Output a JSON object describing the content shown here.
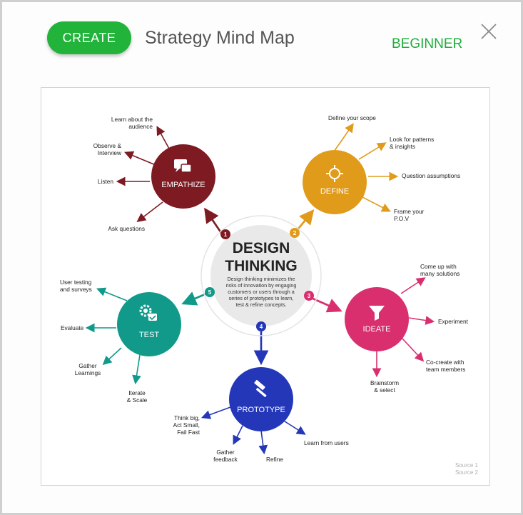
{
  "header": {
    "create_label": "CREATE",
    "title": "Strategy Mind Map",
    "level": "BEGINNER"
  },
  "diagram": {
    "center": {
      "title_line1": "DESIGN",
      "title_line2": "THINKING",
      "desc": [
        "Design thinking minimizes the",
        "risks of innovation by engaging",
        "customers or users through a",
        "series of prototypes to learn,",
        "test & refine concepts."
      ]
    },
    "steps": {
      "s1": "1",
      "s2": "2",
      "s3": "3",
      "s4": "4",
      "s5": "5"
    },
    "nodes": {
      "empathize": {
        "label": "EMPATHIZE",
        "color": "#7d1a22",
        "icon": "chat-bubbles-icon"
      },
      "define": {
        "label": "DEFINE",
        "color": "#e19b1b",
        "icon": "crosshair-icon"
      },
      "ideate": {
        "label": "IDEATE",
        "color": "#d92f6e",
        "icon": "funnel-icon"
      },
      "prototype": {
        "label": "PROTOTYPE",
        "color": "#2337b8",
        "icon": "hammer-icon"
      },
      "test": {
        "label": "TEST",
        "color": "#119a8a",
        "icon": "gears-check-icon"
      }
    },
    "leaves": {
      "empathize": [
        [
          "Learn about the",
          "audience"
        ],
        [
          "Observe &",
          "Interview"
        ],
        [
          "Listen"
        ],
        [
          "Ask questions"
        ]
      ],
      "define": [
        [
          "Define your scope"
        ],
        [
          "Look for patterns",
          "& insights"
        ],
        [
          "Question assumptions"
        ],
        [
          "Frame your",
          "P.O.V"
        ]
      ],
      "ideate": [
        [
          "Come up with",
          "many solutions"
        ],
        [
          "Experiment"
        ],
        [
          "Co-create with",
          "team members"
        ],
        [
          "Brainstorm",
          "& select"
        ]
      ],
      "prototype": [
        [
          "Think big,",
          "Act Small,",
          "Fail Fast"
        ],
        [
          "Gather",
          "feedback"
        ],
        [
          "Refine"
        ],
        [
          "Learn from users"
        ]
      ],
      "test": [
        [
          "User testing",
          "and surveys"
        ],
        [
          "Evaluate"
        ],
        [
          "Gather",
          "Learnings"
        ],
        [
          "Iterate",
          "& Scale"
        ]
      ]
    },
    "sources": [
      "Source 1",
      "Source 2"
    ]
  }
}
